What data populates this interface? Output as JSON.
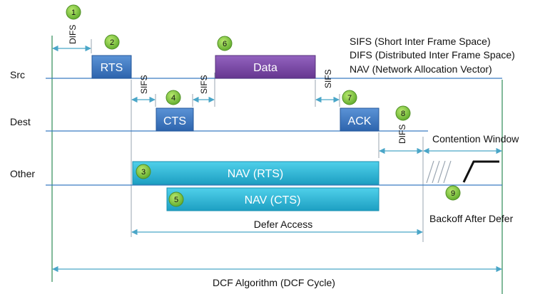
{
  "rows": {
    "src": "Src",
    "dest": "Dest",
    "other": "Other"
  },
  "legend": {
    "sifs": "SIFS (Short Inter Frame Space)",
    "difs": "DIFS (Distributed Inter Frame Space)",
    "nav": "NAV (Network Allocation Vector)"
  },
  "frames": {
    "rts": "RTS",
    "cts": "CTS",
    "data": "Data",
    "ack": "ACK",
    "nav_rts": "NAV (RTS)",
    "nav_cts": "NAV (CTS)"
  },
  "gaps": {
    "difs_1": "DIFS",
    "sifs_1": "SIFS",
    "sifs_2": "SIFS",
    "sifs_3": "SIFS",
    "difs_2": "DIFS"
  },
  "steps": [
    "1",
    "2",
    "3",
    "4",
    "5",
    "6",
    "7",
    "8",
    "9"
  ],
  "labels": {
    "contention_window": "Contention Window",
    "backoff": "Backoff After Defer",
    "defer_access": "Defer Access",
    "dcf_cycle": "DCF Algorithm (DCF Cycle)"
  },
  "colors": {
    "blue_box": "#3d78c4",
    "purple_box": "#7b4aa6",
    "cyan_box": "#2fb7d6",
    "green_badge": "#7cc242",
    "guide_line": "#2e8b57",
    "arrow": "#4aa6c8"
  }
}
